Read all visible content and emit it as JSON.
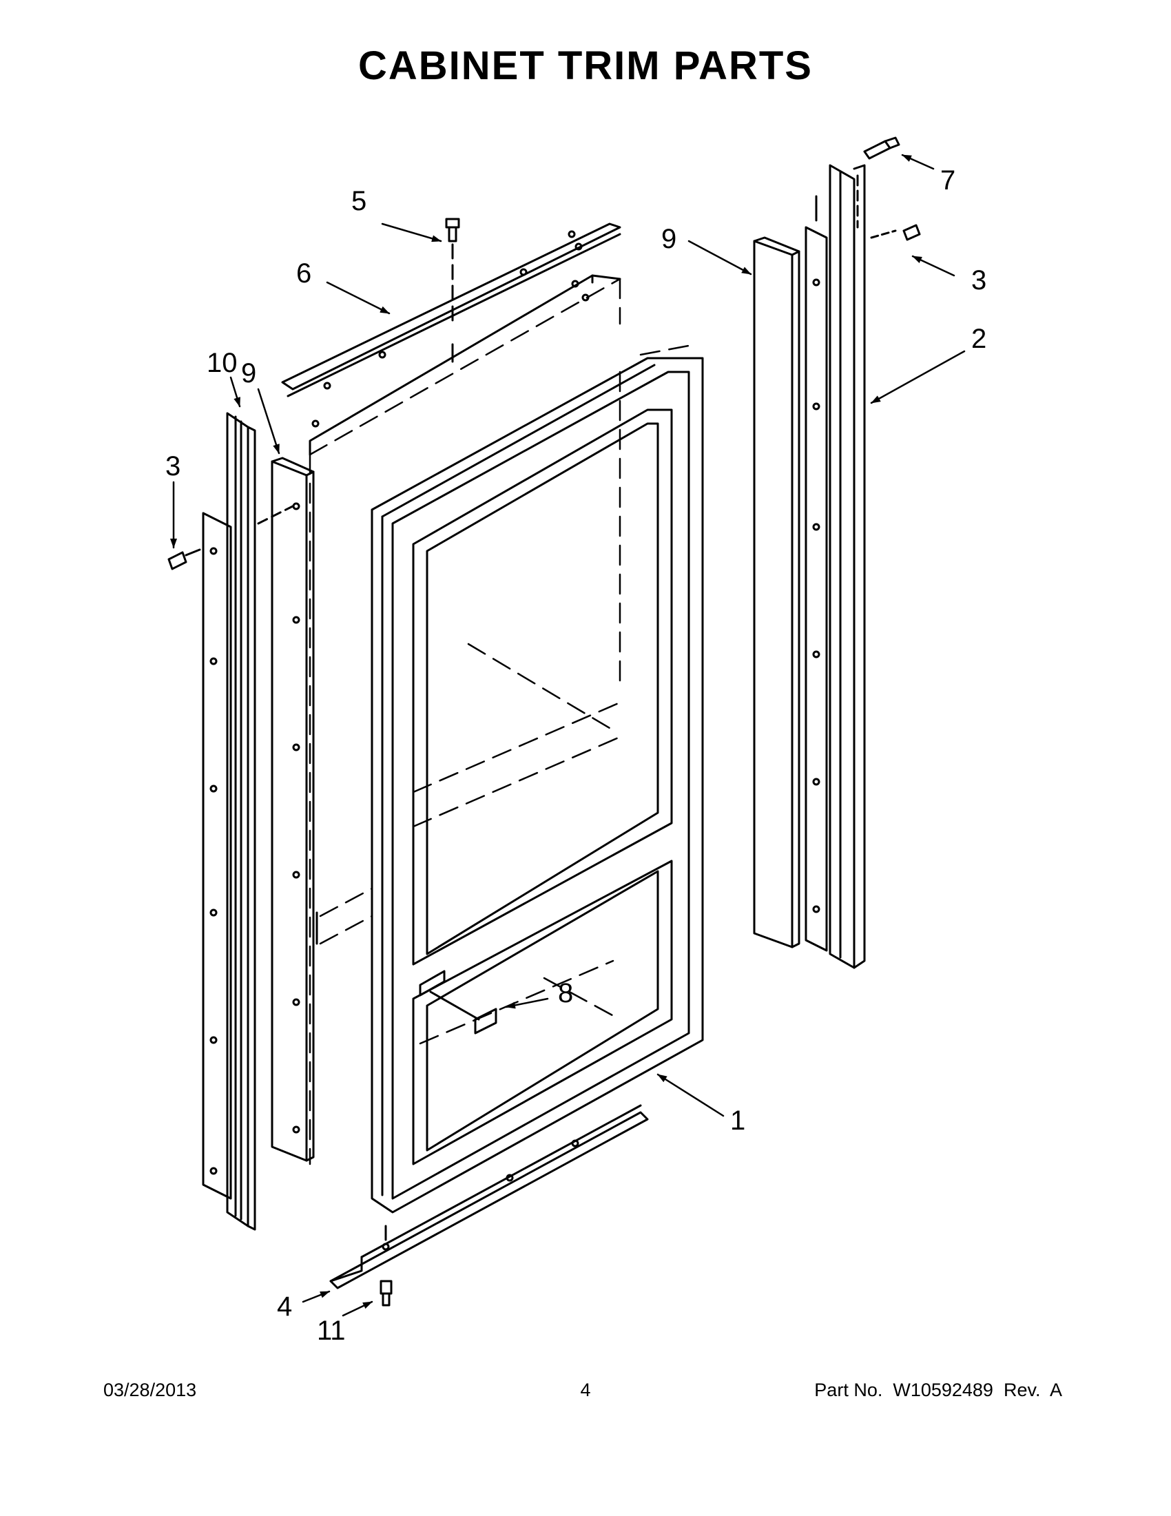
{
  "title": "CABINET TRIM PARTS",
  "callouts": [
    {
      "id": "c1",
      "label": "1"
    },
    {
      "id": "c2",
      "label": "2"
    },
    {
      "id": "c3a",
      "label": "3"
    },
    {
      "id": "c3b",
      "label": "3"
    },
    {
      "id": "c4",
      "label": "4"
    },
    {
      "id": "c5",
      "label": "5"
    },
    {
      "id": "c6",
      "label": "6"
    },
    {
      "id": "c7",
      "label": "7"
    },
    {
      "id": "c8",
      "label": "8"
    },
    {
      "id": "c9a",
      "label": "9"
    },
    {
      "id": "c9b",
      "label": "9"
    },
    {
      "id": "c10",
      "label": "10"
    },
    {
      "id": "c11",
      "label": "11"
    }
  ],
  "footer": {
    "date": "03/28/2013",
    "page": "4",
    "part_number": "Part No.  W10592489  Rev.  A"
  }
}
